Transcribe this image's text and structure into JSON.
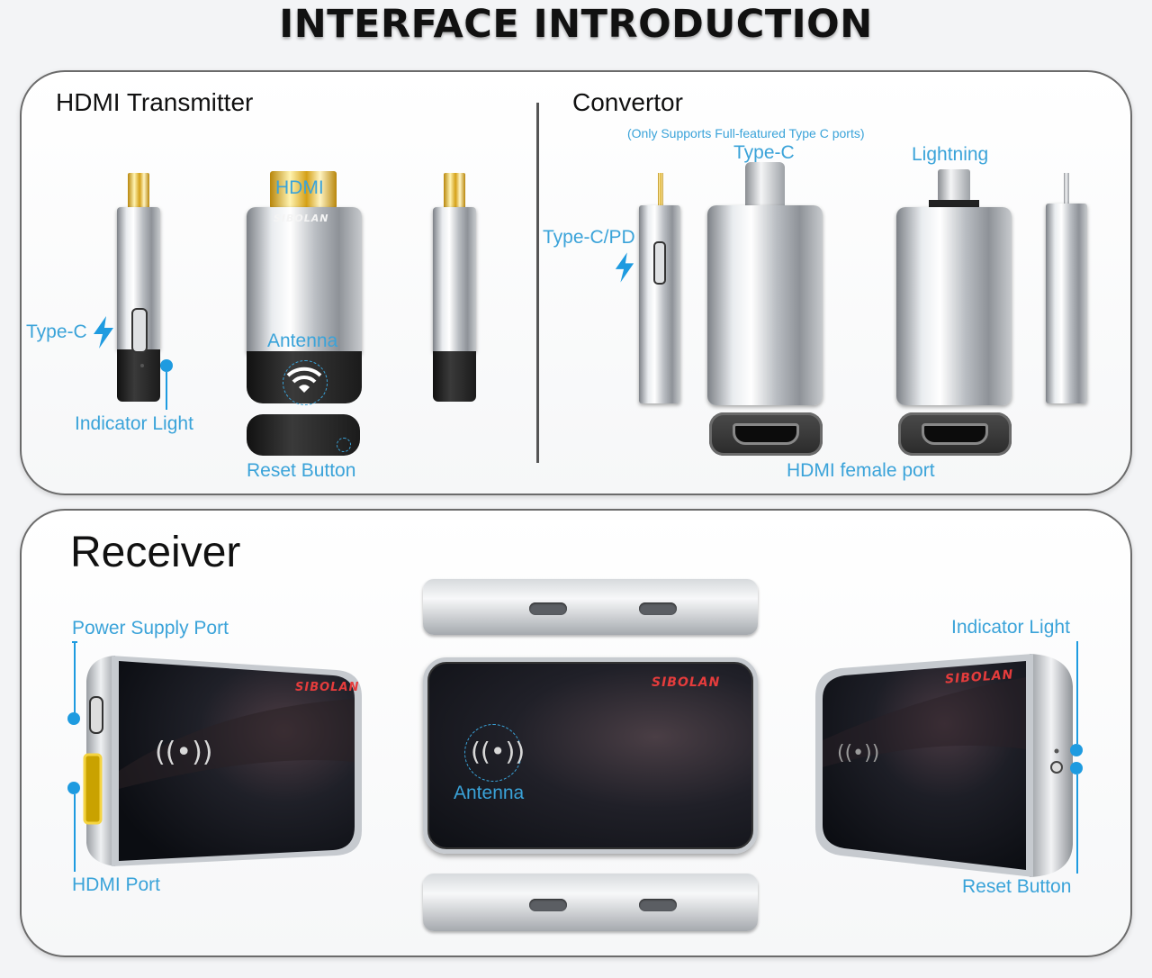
{
  "title": "INTERFACE INTRODUCTION",
  "top_panel": {
    "transmitter": {
      "heading": "HDMI Transmitter",
      "labels": {
        "hdmi": "HDMI",
        "type_c": "Type-C",
        "indicator_light": "Indicator Light",
        "antenna": "Antenna",
        "reset_button": "Reset Button"
      },
      "brand": "SIBOLAN"
    },
    "convertor": {
      "heading": "Convertor",
      "note": "(Only Supports Full-featured Type C ports)",
      "labels": {
        "type_c": "Type-C",
        "lightning": "Lightning",
        "type_c_pd": "Type-C/PD",
        "hdmi_female_port": "HDMI female port"
      }
    }
  },
  "bottom_panel": {
    "heading": "Receiver",
    "brand": "SIBOLAN",
    "labels": {
      "power_supply_port": "Power Supply Port",
      "hdmi_port": "HDMI Port",
      "antenna": "Antenna",
      "indicator_light": "Indicator Light",
      "reset_button": "Reset Button"
    }
  },
  "colors": {
    "label_blue": "#3aa3d9",
    "marker_blue": "#1e9be0",
    "brand_red": "#e53c3c",
    "panel_border": "#6b6b6b"
  },
  "icons": {
    "lightning_bolt": "lightning-bolt-icon",
    "wifi_antenna": "antenna-waves-icon"
  }
}
